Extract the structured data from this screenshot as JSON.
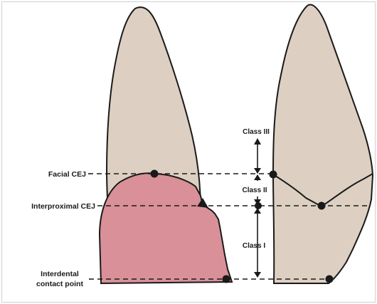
{
  "labels": {
    "facial_cej": "Facial CEJ",
    "interproximal_cej": "Interproximal CEJ",
    "interdental_line1": "Interdental",
    "interdental_line2": "contact point",
    "class_iii": "Class III",
    "class_ii": "Class II",
    "class_i": "Class I"
  },
  "colors": {
    "tooth": "#ddd0c2",
    "gingiva": "#d99099",
    "outline": "#1a1a1a",
    "frame": "#cfcfcf"
  }
}
